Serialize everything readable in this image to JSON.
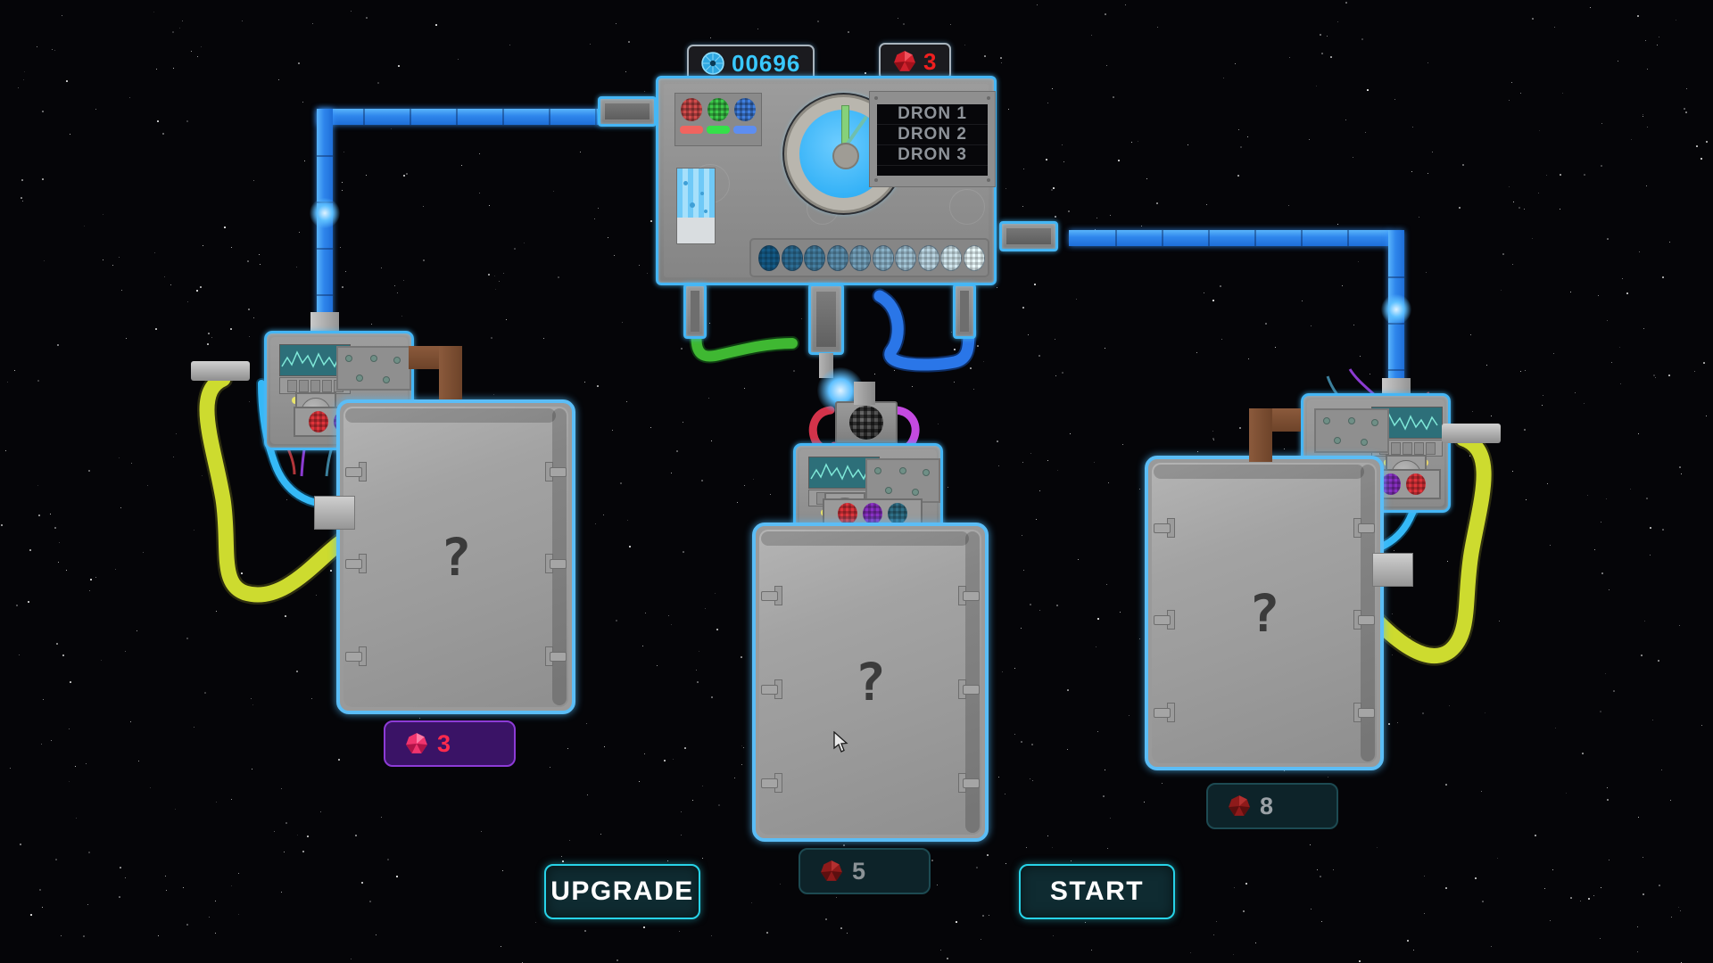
{
  "hud": {
    "score": {
      "icon": "energy-orb-icon",
      "value": "00696",
      "color": "#39c8ff"
    },
    "gems": {
      "icon": "red-gem-icon",
      "value": "3",
      "color": "#ef1f1f"
    }
  },
  "console": {
    "drone_screen": [
      "DRON 1",
      "DRON 2",
      "DRON 3"
    ],
    "indicator_lights": [
      {
        "name": "red-indicator",
        "color": "#d24b4b"
      },
      {
        "name": "green-indicator",
        "color": "#3ccb4a"
      },
      {
        "name": "blue-indicator",
        "color": "#3f7fe0"
      }
    ],
    "indicator_bars": [
      {
        "name": "red-bar",
        "color": "#f0645f"
      },
      {
        "name": "green-bar",
        "color": "#35e04a"
      },
      {
        "name": "blue-bar",
        "color": "#5e8ef0"
      }
    ],
    "radar": {
      "name": "radar-scope",
      "sweep_color": "#86d17a",
      "face_color": "#35b2f7"
    },
    "tank": {
      "name": "coolant-tank",
      "fill_percent": 66,
      "liquid_color": "#6fc9f7"
    },
    "capsule_bar": {
      "name": "capsule-progress-bar",
      "count": 10
    }
  },
  "slots": [
    {
      "id": "left",
      "name": "drone-slot-left",
      "question_mark": "?",
      "cost": {
        "value": "3",
        "gem": "pink-gem-icon",
        "bg": "#3a1366",
        "border": "#8d3bd6",
        "text_color": "#ff2a4d",
        "affordable": true
      },
      "lamps": [
        {
          "name": "red-lamp",
          "color": "#e0333a"
        },
        {
          "name": "purple-lamp",
          "color": "#8a2fc4"
        },
        {
          "name": "teal-lamp",
          "color": "#2f6f87"
        }
      ],
      "leds": [
        "#e8e46a",
        "#7fe6d6",
        "#6fc7f2",
        "#e8d66a"
      ]
    },
    {
      "id": "center",
      "name": "drone-slot-center",
      "question_mark": "?",
      "cost": {
        "value": "5",
        "gem": "dark-gem-icon",
        "bg": "#0d2329",
        "border": "#1d4a52",
        "text_color": "#8b9296",
        "affordable": false
      },
      "lamps": [
        {
          "name": "red-lamp",
          "color": "#e0333a"
        },
        {
          "name": "purple-lamp",
          "color": "#8a2fc4"
        },
        {
          "name": "teal-lamp",
          "color": "#2f6f87"
        }
      ],
      "leds": [
        "#e8e46a",
        "#7fe6d6",
        "#6fc7f2",
        "#e8d66a"
      ]
    },
    {
      "id": "right",
      "name": "drone-slot-right",
      "question_mark": "?",
      "cost": {
        "value": "8",
        "gem": "dark-gem-icon",
        "bg": "#0d2329",
        "border": "#1d4a52",
        "text_color": "#9aa1a6",
        "affordable": false
      },
      "lamps": [
        {
          "name": "teal-lamp",
          "color": "#2f6f87"
        },
        {
          "name": "purple-lamp",
          "color": "#8a2fc4"
        },
        {
          "name": "red-lamp",
          "color": "#e0333a"
        }
      ],
      "leds": [
        "#e8e46a",
        "#7fe6d6",
        "#6fc7f2",
        "#e8d66a"
      ]
    }
  ],
  "buttons": {
    "upgrade": {
      "label": "UPGRADE",
      "name": "upgrade-button"
    },
    "start": {
      "label": "START",
      "name": "start-button"
    }
  },
  "theme": {
    "pipe_blue": "#2f86ec",
    "panel_glow": "#45b6f5",
    "button_accent": "#27d3e8",
    "background": "#050508"
  }
}
